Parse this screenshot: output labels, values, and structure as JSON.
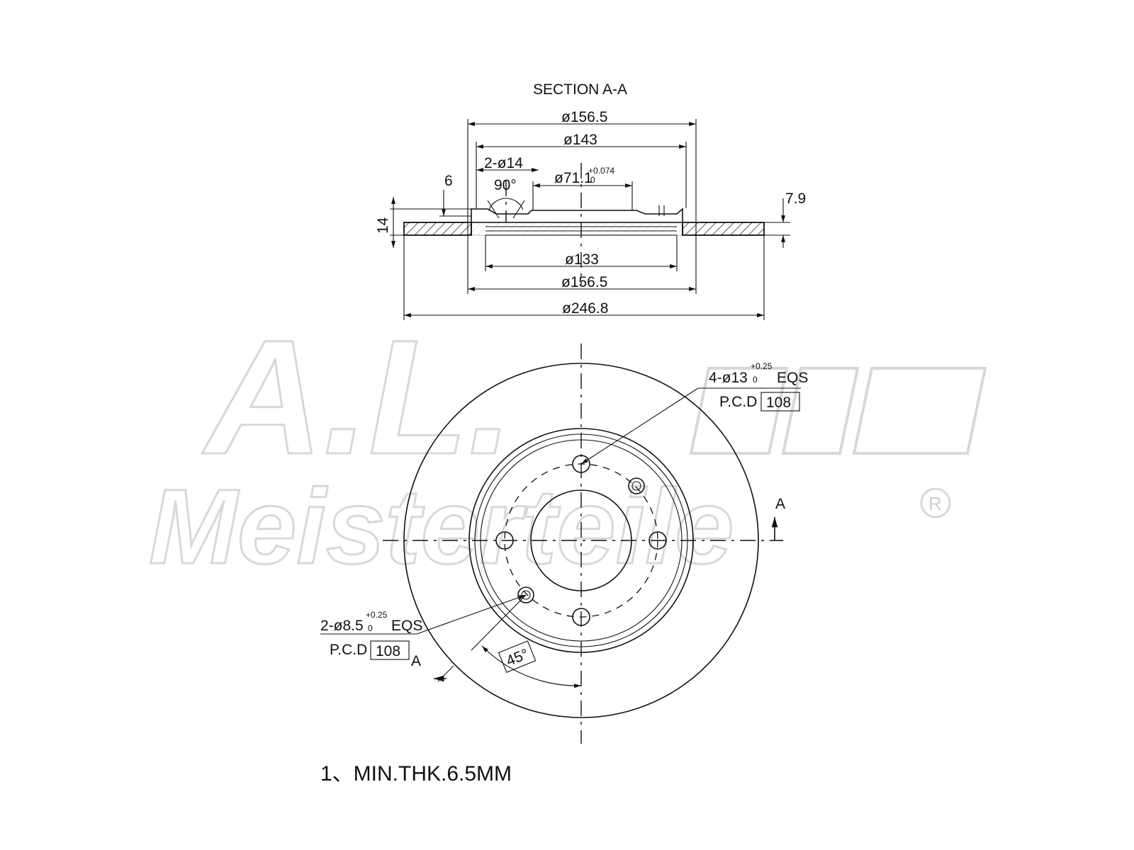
{
  "watermark": {
    "brand_line1": "A.L.",
    "brand_line2": "Meisterteile",
    "registered": "R"
  },
  "section": {
    "title": "SECTION A-A",
    "dims": {
      "d_top_outer": "ø156.5",
      "d_top_inner": "ø143",
      "holes": "2-ø14",
      "angle": "90°",
      "hub": "ø71.1",
      "hub_tol_upper": "+0.074",
      "hub_tol_lower": "0",
      "height_small": "6",
      "height_total": "14",
      "thickness": "7.9",
      "d_inner_bottom": "ø133",
      "d_bottom": "ø156.5",
      "d_disc": "ø246.8"
    }
  },
  "plan": {
    "section_mark_right": "A",
    "section_mark_left": "A",
    "angle_label": "45°",
    "bolt_callout": {
      "spec": "4-ø13",
      "tol_upper": "+0.25",
      "tol_lower": "0",
      "suffix": "EQS",
      "pcd_label": "P.C.D",
      "pcd_value": "108"
    },
    "pin_callout": {
      "spec": "2-ø8.5",
      "tol_upper": "+0.25",
      "tol_lower": "0",
      "suffix": "EQS",
      "pcd_label": "P.C.D",
      "pcd_value": "108"
    }
  },
  "note": "1、MIN.THK.6.5MM"
}
